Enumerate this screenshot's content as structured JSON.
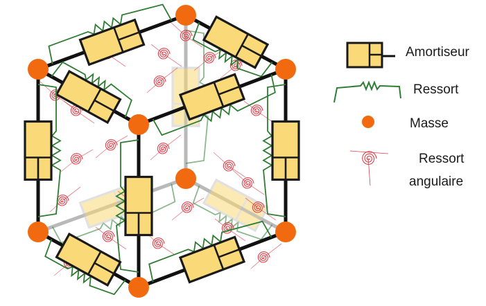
{
  "diagram": {
    "colors": {
      "damper_fill": "#f9d978",
      "damper_stroke": "#1a1a1a",
      "rod": "#111111",
      "rod_back": "#b9b9b9",
      "spring": "#2e7d32",
      "mass": "#f26a10",
      "angular_spring": "#e0404a"
    },
    "legend": [
      {
        "key": "damper",
        "label": "Amortiseur",
        "icon": "damper-icon"
      },
      {
        "key": "spring",
        "label": "Ressort",
        "icon": "spring-icon"
      },
      {
        "key": "mass",
        "label": "Masse",
        "icon": "mass-dot-icon"
      },
      {
        "key": "angular_spring",
        "label_line1": "Ressort",
        "label_line2": "angulaire",
        "icon": "angular-spring-icon"
      }
    ]
  }
}
